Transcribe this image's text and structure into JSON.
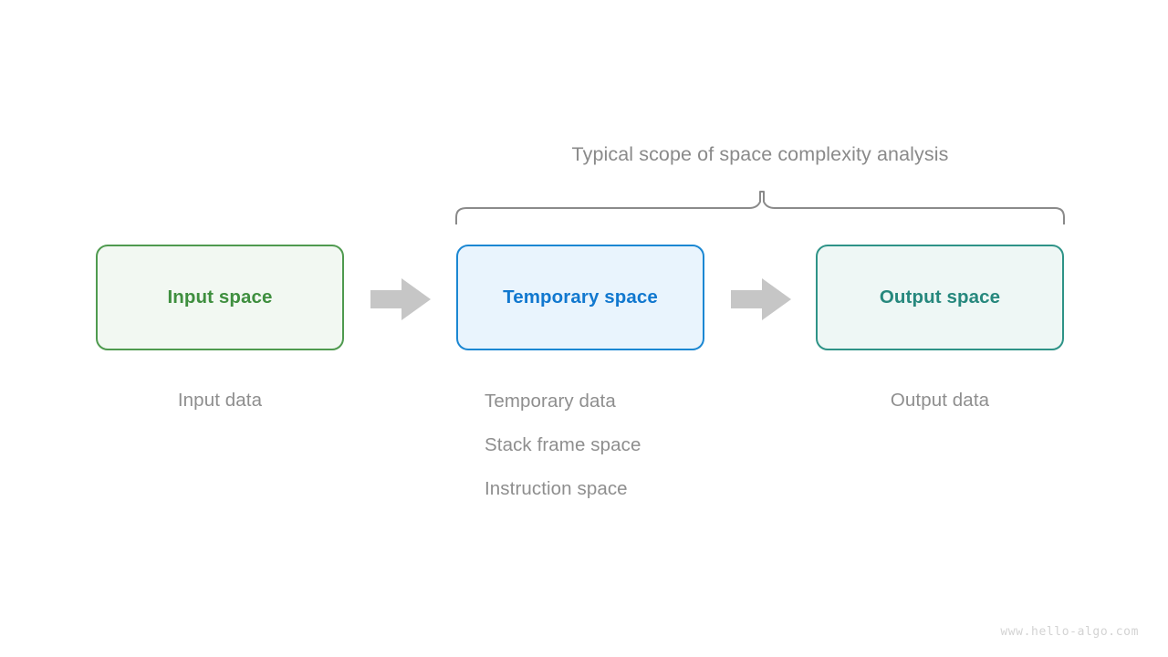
{
  "diagram": {
    "title": "Typical scope of space complexity analysis",
    "watermark": "www.hello-algo.com",
    "colors": {
      "input_border": "#4f9a4f",
      "input_fill": "#f2f8f2",
      "input_text": "#3f8f3f",
      "temporary_border": "#1b87d2",
      "temporary_fill": "#e9f4fd",
      "temporary_text": "#1178cf",
      "output_border": "#2e9387",
      "output_fill": "#eef7f5",
      "output_text": "#26887d",
      "arrow": "#c6c6c6",
      "brace": "#8a8a8a",
      "caption_text": "#8e8e8e"
    },
    "boxes": [
      {
        "id": "input",
        "label": "Input space"
      },
      {
        "id": "temporary",
        "label": "Temporary space"
      },
      {
        "id": "output",
        "label": "Output space"
      }
    ],
    "arrows": [
      {
        "id": "arrow-1",
        "from": "input",
        "to": "temporary",
        "icon": "right-arrow-icon"
      },
      {
        "id": "arrow-2",
        "from": "temporary",
        "to": "output",
        "icon": "right-arrow-icon"
      }
    ],
    "captions": {
      "input": "Input data",
      "output": "Output data",
      "temporary": [
        "Temporary data",
        "Stack frame space",
        "Instruction space"
      ]
    }
  }
}
